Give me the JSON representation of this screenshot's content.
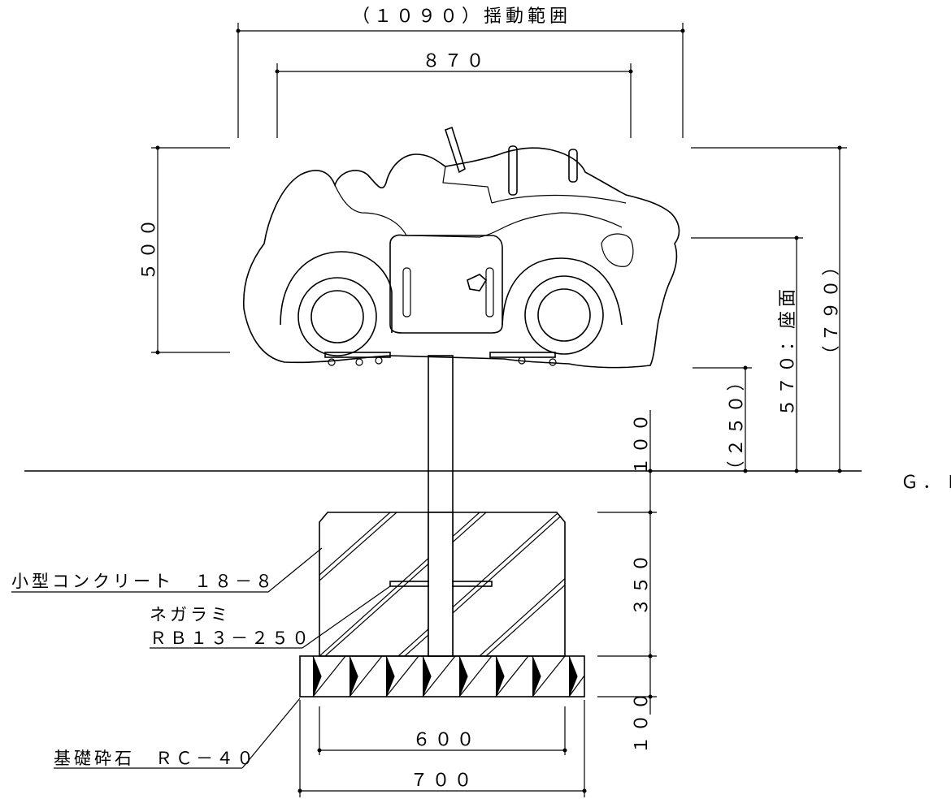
{
  "dimensions": {
    "swing_range": "（１０９０）揺動範囲",
    "car_length": "８７０",
    "body_height": "５００",
    "total_height": "（７９０）",
    "seat_height": "５７０：座面",
    "bottom_clearance": "（２５０）",
    "post_above_gl": "１００",
    "concrete_depth": "３５０",
    "gravel_depth": "１００",
    "inner_width": "６００",
    "outer_width": "７００"
  },
  "labels": {
    "ground_line": "Ｇ．Ｌ",
    "concrete": "小型コンクリート　１８－８",
    "anchor_line1": "ネガラミ",
    "anchor_line2": "ＲＢ１３－２５０",
    "gravel": "基礎砕石　ＲＣ－４０"
  }
}
